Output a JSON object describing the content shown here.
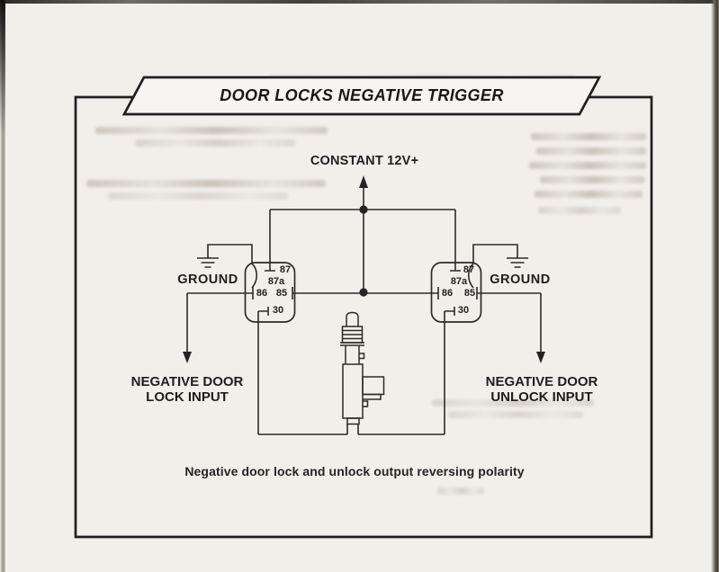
{
  "banner": {
    "title": "DOOR LOCKS NEGATIVE TRIGGER"
  },
  "diagram": {
    "supply_label": "CONSTANT 12V+",
    "caption": "Negative door lock and unlock output reversing polarity",
    "left": {
      "ground_label": "GROUND",
      "output_line1": "NEGATIVE DOOR",
      "output_line2": "LOCK INPUT",
      "pins": {
        "p87": "87",
        "p87a": "87a",
        "p86": "86",
        "p85": "85",
        "p30": "30"
      }
    },
    "right": {
      "ground_label": "GROUND",
      "output_line1": "NEGATIVE DOOR",
      "output_line2": "UNLOCK INPUT",
      "pins": {
        "p87": "87",
        "p87a": "87a",
        "p86": "86",
        "p85": "85",
        "p30": "30"
      }
    }
  },
  "colors": {
    "ink": "#2b2b2b",
    "paper": "#f2efeb",
    "banner_fill": "#f7f5f1"
  }
}
